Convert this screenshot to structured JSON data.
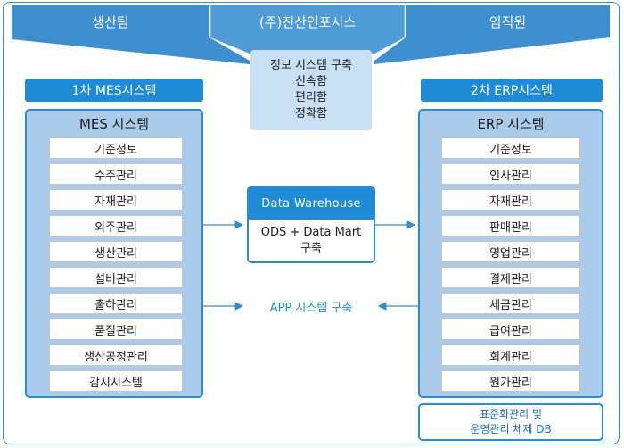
{
  "header": {
    "left": "생산팀",
    "center": "(주)진산인포시스",
    "right": "임직원"
  },
  "goals": [
    "정보 시스템 구축",
    "신속함",
    "편리함",
    "정확함"
  ],
  "mes": {
    "bar_label": "1차 MES시스템",
    "title": "MES 시스템",
    "items": [
      "기준정보",
      "수주관리",
      "자재관리",
      "외주관리",
      "생산관리",
      "설비관리",
      "출하관리",
      "품질관리",
      "생산공정관리",
      "감시시스템"
    ]
  },
  "erp": {
    "bar_label": "2차 ERP시스템",
    "title": "ERP 시스템",
    "items": [
      "기준정보",
      "인사관리",
      "자재관리",
      "판매관리",
      "영업관리",
      "결제관리",
      "세금관리",
      "급여관리",
      "회계관리",
      "원가관리"
    ]
  },
  "data_warehouse": {
    "title": "Data Warehouse",
    "body_line1": "ODS + Data Mart",
    "body_line2": "구축"
  },
  "app_label": "APP 시스템 구축",
  "standard_db": {
    "line1": "표준화관리 및",
    "line2": "운영관리 체제 DB"
  },
  "colors": {
    "primary": "#1f8ad6",
    "header": "#3d8fcf",
    "panel": "#aacbe9",
    "goals": "#c9dff4",
    "border": "#2b8ccf"
  }
}
